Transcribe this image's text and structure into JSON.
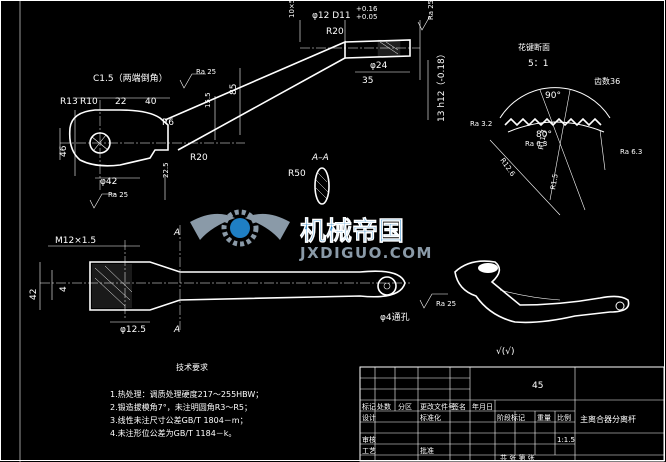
{
  "drawing": {
    "main_view": {
      "top_dims": [
        "10×5",
        "φ12 D11",
        "+0.16",
        "+0.05",
        "R20",
        "Ra 25",
        "φ24",
        "35",
        "85",
        "15.5",
        "R6",
        "R20",
        "22.5",
        "φ42",
        "Ra 25",
        "Ra 25"
      ],
      "chamfer_note": "C1.5（两端倒角）",
      "dim_r13": "R13",
      "dim_r10": "R10",
      "dim_22": "22",
      "dim_40": "40",
      "dim_46": "46",
      "tol_13": "13 h12（-0.18）"
    },
    "section_aa": {
      "label": "A–A",
      "r50": "R50",
      "arrow_a": "A"
    },
    "spline_detail": {
      "title": "花键断面",
      "scale": "5：1",
      "teeth": "齿数36",
      "angle_90": "90°",
      "angle_80": "80°",
      "ra1": "Ra 3.2",
      "ra2": "Ra 6.3",
      "ra3": "Ra 6.3",
      "r1": "R12.6",
      "r2": "R11.7",
      "r3": "R1.5"
    },
    "lower_view": {
      "m12": "M12×1.5",
      "d42": "42",
      "d4": "4",
      "phi12_5": "φ12.5",
      "phi4_hole": "φ4通孔",
      "ra": "Ra 25",
      "a_lower": "A"
    },
    "roughness_general": "√(√)"
  },
  "tech_req": {
    "title": "技术要求",
    "items": [
      "1.热处理：调质处理硬度217～255HBW；",
      "2.锻造拔模角7°，未注明圆角R3～R5；",
      "3.线性未注尺寸公差GB/T 1804－m；",
      "4.未注形位公差为GB/T 1184－k。"
    ]
  },
  "title_block": {
    "material": "45",
    "part_name": "主离合器分离杆",
    "label_marks": "标记",
    "label_count": "处数",
    "label_zone": "分区",
    "label_docno": "更改文件号",
    "label_sign": "签名",
    "label_date": "年月日",
    "label_design": "设计",
    "label_std": "标准化",
    "label_stage": "阶段标记",
    "label_weight": "重量",
    "label_scale": "比例",
    "label_check": "审核",
    "label_process": "工艺",
    "label_approve": "批准",
    "scale_val": "1:1.5",
    "sheets": "共 张 第 张"
  },
  "watermark": {
    "cn": "机械帝国",
    "en": "JXDIGUO.COM",
    "colors": {
      "blue": "#1f7fc4",
      "grey": "#8a9aa8"
    }
  }
}
